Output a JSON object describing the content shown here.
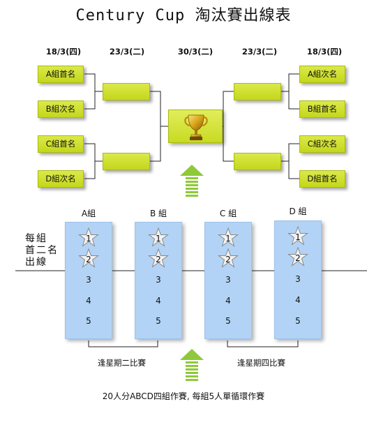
{
  "title": "Century Cup 淘汰賽出線表",
  "dates": [
    "18/3(四)",
    "23/3(二)",
    "30/3(二)",
    "23/3(二)",
    "18/3(四)"
  ],
  "bracket": {
    "left": [
      "A組首名",
      "B組次名",
      "C組首名",
      "D組次名"
    ],
    "right": [
      "A組次名",
      "B組首名",
      "C組次名",
      "D組首名"
    ]
  },
  "groups": [
    {
      "name": "A組",
      "ranks": [
        "1",
        "2",
        "3",
        "4",
        "5"
      ]
    },
    {
      "name": "B 組",
      "ranks": [
        "1",
        "2",
        "3",
        "4",
        "5"
      ]
    },
    {
      "name": "C 組",
      "ranks": [
        "1",
        "2",
        "3",
        "4",
        "5"
      ]
    },
    {
      "name": "D 組",
      "ranks": [
        "1",
        "2",
        "3",
        "4",
        "5"
      ]
    }
  ],
  "side_label": [
    "每組",
    "首二名",
    "出線"
  ],
  "bottom": {
    "tuesday": "逢星期二比賽",
    "thursday": "逢星期四比賽",
    "note": "20人分ABCD四組作賽, 每組5人單循環作賽"
  },
  "colors": {
    "box": "#c8da22",
    "column": "#b2d3f5",
    "arrow": "#8fc93a",
    "star": "#f2f2f2",
    "trophy": "#d9a21a"
  }
}
